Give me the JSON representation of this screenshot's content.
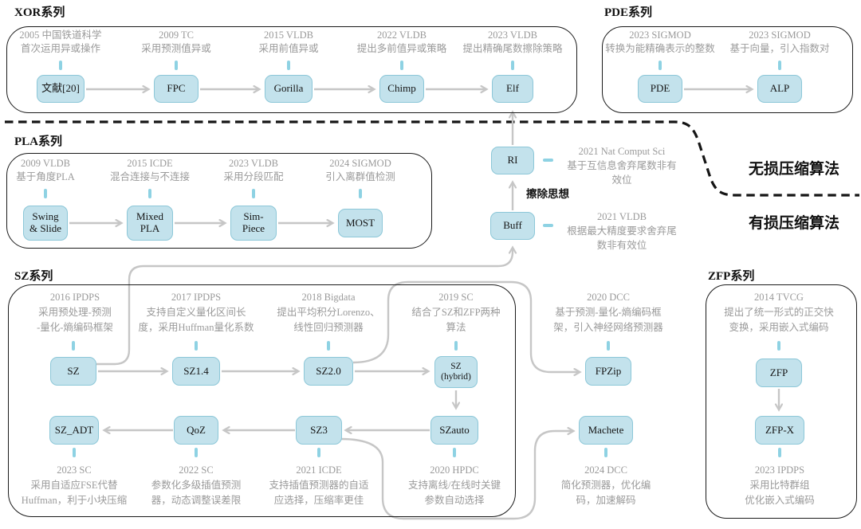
{
  "colors": {
    "node_fill": "#c3e2ec",
    "node_border": "#8cc7d8",
    "wire": "#c6c6c6",
    "tick": "#8ed2e3",
    "note_text": "#9a9a9a",
    "divider": "#151515"
  },
  "s": {
    "xor": {
      "title": "XOR系列",
      "nodes": [
        {
          "label": "文献[20]",
          "note": [
            "2005 中国铁道科学",
            "首次运用异或操作"
          ]
        },
        {
          "label": "FPC",
          "note": [
            "2009 TC",
            "采用预测值异或"
          ]
        },
        {
          "label": "Gorilla",
          "note": [
            "2015 VLDB",
            "采用前值异或"
          ]
        },
        {
          "label": "Chimp",
          "note": [
            "2022 VLDB",
            "提出多前值异或策略"
          ]
        },
        {
          "label": "Elf",
          "note": [
            "2023 VLDB",
            "提出精确尾数擦除策略"
          ]
        }
      ]
    },
    "pde": {
      "title": "PDE系列",
      "nodes": [
        {
          "label": "PDE",
          "note": [
            "2023 SIGMOD",
            "转换为能精确表示的整数"
          ]
        },
        {
          "label": "ALP",
          "note": [
            "2023 SIGMOD",
            "基于向量，引入指数对"
          ]
        }
      ]
    },
    "pla": {
      "title": "PLA系列",
      "nodes": [
        {
          "lines": [
            "Swing",
            "& Slide"
          ],
          "note": [
            "2009 VLDB",
            "基于角度PLA"
          ]
        },
        {
          "lines": [
            "Mixed",
            "PLA"
          ],
          "note": [
            "2015 ICDE",
            "混合连接与不连接"
          ]
        },
        {
          "lines": [
            "Sim-",
            "Piece"
          ],
          "note": [
            "2023 VLDB",
            "采用分段匹配"
          ]
        },
        {
          "lines": [
            "MOST"
          ],
          "note": [
            "2024 SIGMOD",
            "引入离群值检测"
          ]
        }
      ]
    },
    "sz": {
      "title": "SZ系列",
      "row1": [
        {
          "label": "SZ",
          "note": [
            "2016 IPDPS",
            "采用预处理-预测",
            "-量化-熵编码框架"
          ]
        },
        {
          "label": "SZ1.4",
          "note": [
            "2017 IPDPS",
            "支持自定义量化区间长",
            "度，采用Huffman量化系数"
          ]
        },
        {
          "label": "SZ2.0",
          "note": [
            "2018 Bigdata",
            "提出平均积分Lorenzo、",
            "线性回归预测器"
          ]
        },
        {
          "lines": [
            "SZ",
            "(hybrid)"
          ],
          "note": [
            "2019 SC",
            "结合了SZ和ZFP两种",
            "算法"
          ]
        }
      ],
      "row2": [
        {
          "label": "SZ_ADT",
          "note": [
            "2023 SC",
            "采用自适应FSE代替",
            "Huffman，利于小块压缩"
          ]
        },
        {
          "label": "QoZ",
          "note": [
            "2022 SC",
            "参数化多级插值预测",
            "器，动态调整误差限"
          ]
        },
        {
          "label": "SZ3",
          "note": [
            "2021 ICDE",
            "支持插值预测器的自适",
            "应选择，压缩率更佳"
          ]
        },
        {
          "label": "SZauto",
          "note": [
            "2020 HPDC",
            "支持离线/在线时关键",
            "参数自动选择"
          ]
        }
      ]
    },
    "fpzip": {
      "label": "FPZip",
      "note": [
        "2020 DCC",
        "基于预测-量化-熵编码框",
        "架，引入神经网络预测器"
      ]
    },
    "machete": {
      "label": "Machete",
      "note": [
        "2024 DCC",
        "简化预测器，优化编",
        "码，加速解码"
      ]
    },
    "zfp": {
      "title": "ZFP系列",
      "nodes": [
        {
          "label": "ZFP",
          "note": [
            "2014 TVCG",
            "提出了统一形式的正交快",
            "变换，采用嵌入式编码"
          ]
        },
        {
          "label": "ZFP-X",
          "note": [
            "2023 IPDPS",
            "采用比特群组",
            "优化嵌入式编码"
          ]
        }
      ]
    }
  },
  "m": {
    "buff": {
      "label": "Buff",
      "note": [
        "2021 VLDB",
        "根据最大精度要求舍弃尾",
        "数非有效位"
      ]
    },
    "ri": {
      "label": "RI",
      "note": [
        "2021 Nat Comput Sci",
        "基于互信息舍弃尾数非有",
        "效位"
      ]
    },
    "erase": "擦除思想",
    "lossless": "无损压缩算法",
    "lossy": "有损压缩算法"
  }
}
